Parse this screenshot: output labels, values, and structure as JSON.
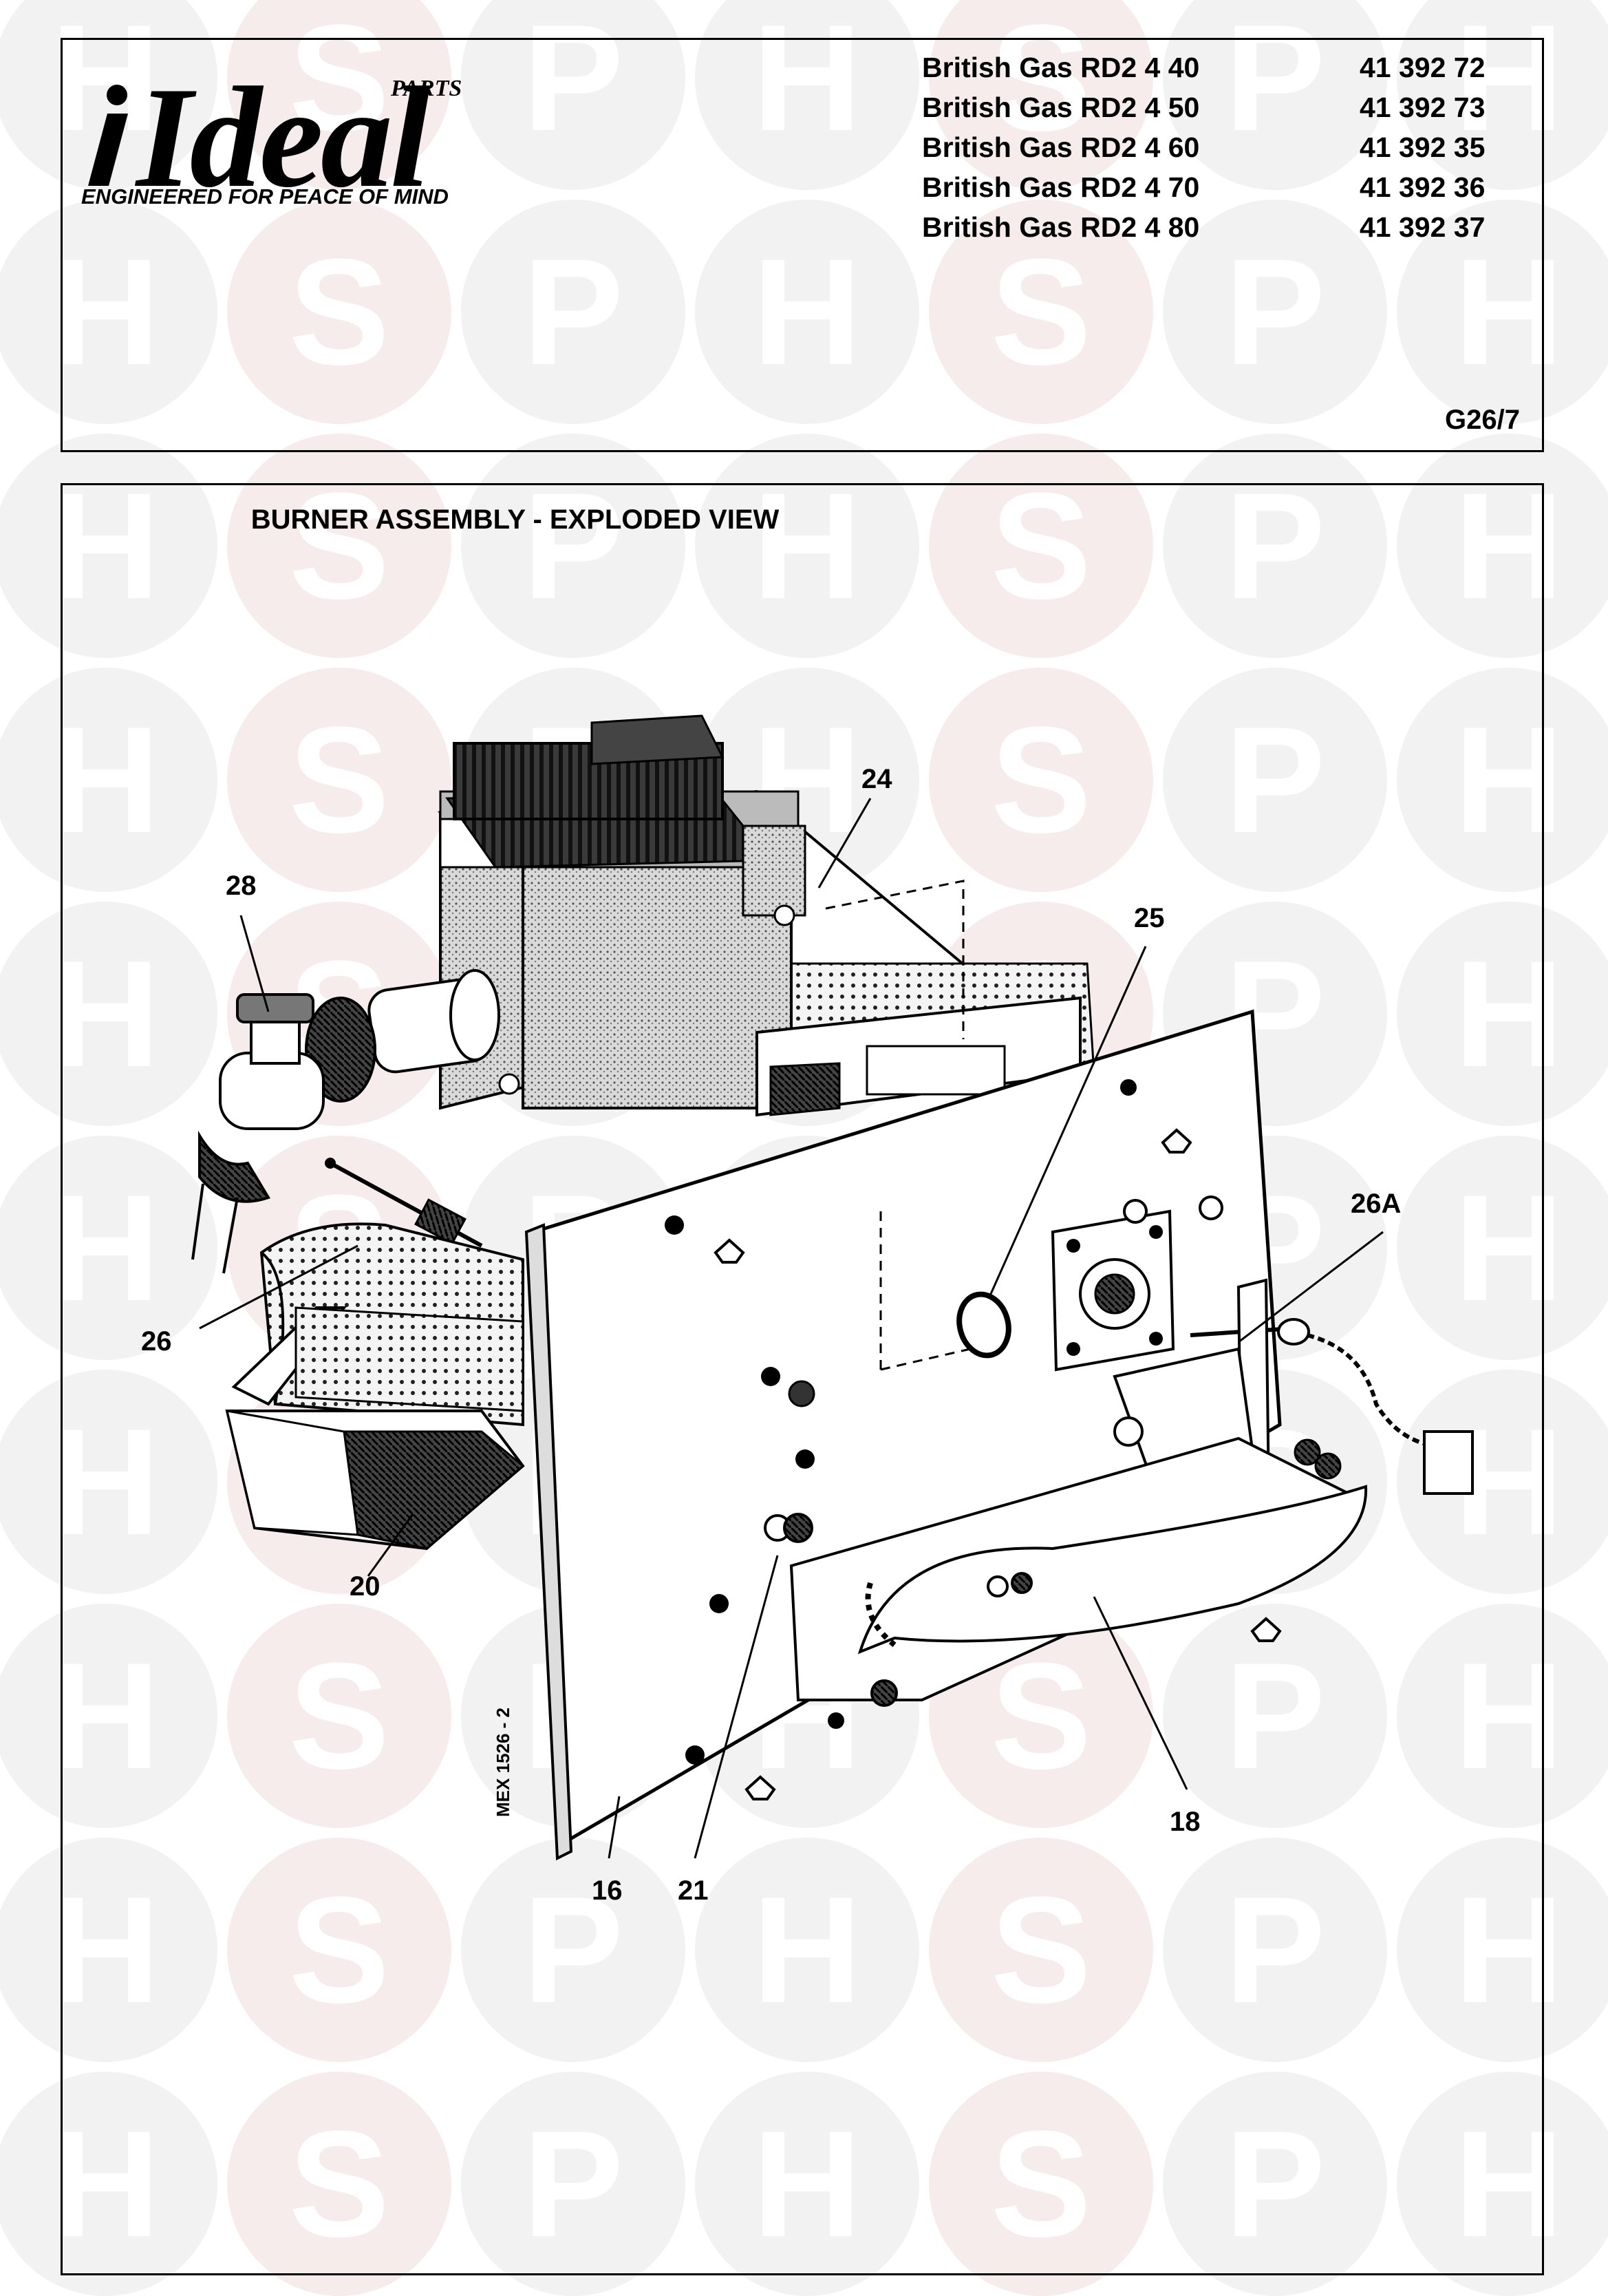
{
  "brand": {
    "parts_label": "PARTS",
    "logo_word": "Ideal",
    "tagline": "ENGINEERED FOR PEACE OF MIND"
  },
  "models": [
    {
      "name": "British Gas RD2 4 40",
      "code": "41 392 72"
    },
    {
      "name": "British Gas RD2 4 50",
      "code": "41 392 73"
    },
    {
      "name": "British Gas RD2 4 60",
      "code": "41 392 35"
    },
    {
      "name": "British Gas RD2 4 70",
      "code": "41 392 36"
    },
    {
      "name": "British Gas RD2 4 80",
      "code": "41 392 37"
    }
  ],
  "sheet_ref": "G26/7",
  "diagram": {
    "title": "BURNER ASSEMBLY - EXPLODED VIEW",
    "drawing_number": "MEX 1526 - 2",
    "callouts": [
      "24",
      "28",
      "25",
      "26A",
      "26",
      "20",
      "16",
      "21",
      "18"
    ]
  },
  "watermark": {
    "letters": [
      "H",
      "S",
      "P"
    ]
  }
}
